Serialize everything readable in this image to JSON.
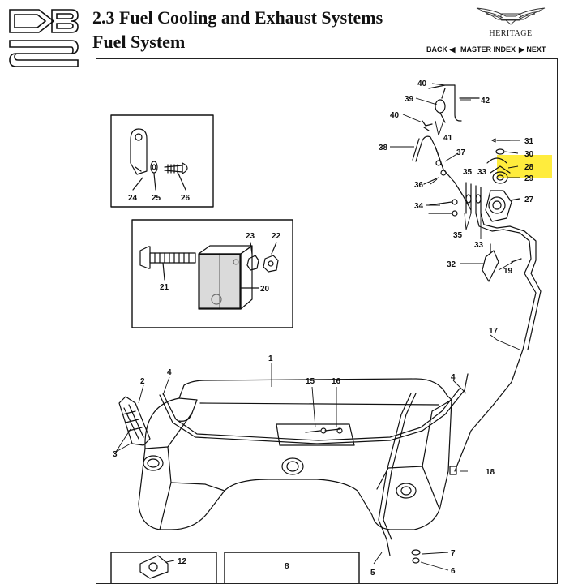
{
  "header": {
    "title_line1": "2.3 Fuel Cooling and Exhaust Systems",
    "title_line2": "Fuel System",
    "brand_label": "HERITAGE"
  },
  "nav": {
    "back": "BACK ◀",
    "master_index": "MASTER INDEX",
    "next": "▶ NEXT"
  },
  "highlight_color": "#ffec3d",
  "callouts": {
    "n1": "1",
    "n2": "2",
    "n3": "3",
    "n4a": "4",
    "n4b": "4",
    "n5": "5",
    "n6": "6",
    "n7": "7",
    "n8": "8",
    "n12": "12",
    "n15": "15",
    "n16": "16",
    "n17": "17",
    "n18": "18",
    "n19": "19",
    "n20": "20",
    "n21": "21",
    "n22": "22",
    "n23": "23",
    "n24": "24",
    "n25": "25",
    "n26": "26",
    "n27": "27",
    "n28": "28",
    "n29": "29",
    "n30": "30",
    "n31": "31",
    "n32": "32",
    "n33a": "33",
    "n33b": "33",
    "n34": "34",
    "n35a": "35",
    "n35b": "35",
    "n36": "36",
    "n37": "37",
    "n38": "38",
    "n39": "39",
    "n40a": "40",
    "n40b": "40",
    "n41": "41",
    "n42": "42"
  }
}
